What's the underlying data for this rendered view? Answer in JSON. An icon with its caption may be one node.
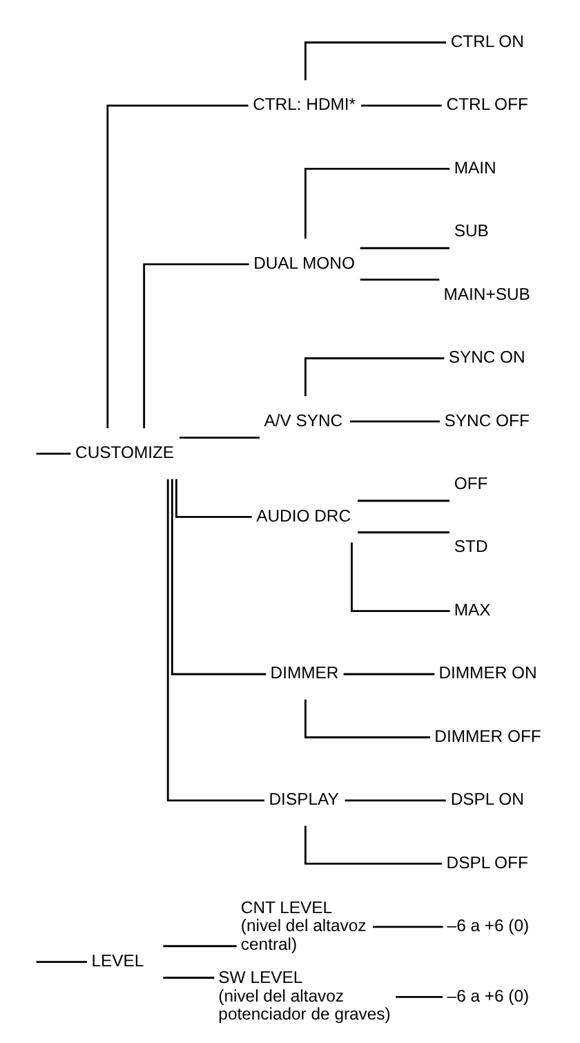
{
  "diagram": {
    "nodes": [
      {
        "text": [
          "LEVEL"
        ]
      },
      {
        "text": [
          "CNT LEVEL",
          "(nivel del altavoz central)"
        ]
      },
      {
        "text": [
          "–6 a +6 (0)"
        ]
      },
      {
        "text": [
          "SW LEVEL",
          "(nivel del altavoz potenciador de graves)"
        ]
      },
      {
        "text": [
          "–6 a +6 (0)"
        ]
      },
      {
        "text": [
          "CUSTOMIZE"
        ]
      },
      {
        "text": [
          "CTRL: HDMI*"
        ]
      },
      {
        "text": [
          "CTRL ON"
        ]
      },
      {
        "text": [
          "CTRL OFF"
        ]
      },
      {
        "text": [
          "DUAL MONO"
        ]
      },
      {
        "text": [
          "MAIN"
        ]
      },
      {
        "text": [
          "SUB"
        ]
      },
      {
        "text": [
          "MAIN+SUB"
        ]
      },
      {
        "text": [
          "A/V SYNC"
        ]
      },
      {
        "text": [
          "SYNC ON"
        ]
      },
      {
        "text": [
          "SYNC OFF"
        ]
      },
      {
        "text": [
          "AUDIO DRC"
        ]
      },
      {
        "text": [
          "OFF"
        ]
      },
      {
        "text": [
          "STD"
        ]
      },
      {
        "text": [
          "MAX"
        ]
      },
      {
        "text": [
          "DIMMER"
        ]
      },
      {
        "text": [
          "DIMMER ON"
        ]
      },
      {
        "text": [
          "DIMMER OFF"
        ]
      },
      {
        "text": [
          "DISPLAY"
        ]
      },
      {
        "text": [
          "DSPL ON"
        ]
      },
      {
        "text": [
          "DSPL OFF"
        ]
      }
    ],
    "edges": [
      {
        "from": null,
        "to": 0,
        "arrow": "none"
      },
      {
        "from": null,
        "to": 5,
        "arrow": "none"
      },
      {
        "from": 0,
        "to": 1,
        "arrow": "none"
      },
      {
        "from": 0,
        "to": 3,
        "arrow": "none"
      },
      {
        "from": 1,
        "to": 2,
        "arrow": "none"
      },
      {
        "from": 3,
        "to": 4,
        "arrow": "none"
      },
      {
        "from": 5,
        "to": 6,
        "arrow": "none"
      },
      {
        "from": 5,
        "to": 9,
        "arrow": "none"
      },
      {
        "from": 5,
        "to": 13,
        "arrow": "none"
      },
      {
        "from": 5,
        "to": 16,
        "arrow": "none"
      },
      {
        "from": 5,
        "to": 20,
        "arrow": "none"
      },
      {
        "from": 5,
        "to": 23,
        "arrow": "none"
      },
      {
        "from": 6,
        "to": 7,
        "arrow": "none"
      },
      {
        "from": 6,
        "to": 8,
        "arrow": "none"
      },
      {
        "from": 9,
        "to": 10,
        "arrow": "none"
      },
      {
        "from": 9,
        "to": 11,
        "arrow": "none"
      },
      {
        "from": 9,
        "to": 12,
        "arrow": "none"
      },
      {
        "from": 13,
        "to": 14,
        "arrow": "none"
      },
      {
        "from": 13,
        "to": 15,
        "arrow": "none"
      },
      {
        "from": 16,
        "to": 17,
        "arrow": "none"
      },
      {
        "from": 16,
        "to": 18,
        "arrow": "none"
      },
      {
        "from": 16,
        "to": 19,
        "arrow": "none"
      },
      {
        "from": 20,
        "to": 21,
        "arrow": "none"
      },
      {
        "from": 20,
        "to": 22,
        "arrow": "none"
      },
      {
        "from": 23,
        "to": 24,
        "arrow": "none"
      },
      {
        "from": 23,
        "to": 25,
        "arrow": "none"
      }
    ]
  }
}
